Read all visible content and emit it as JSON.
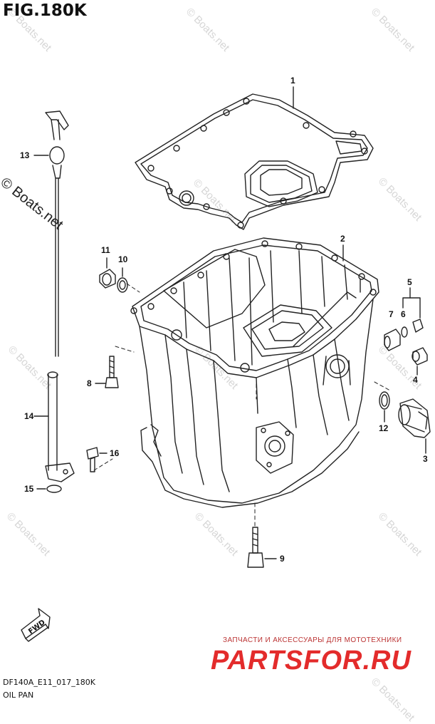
{
  "figure": {
    "title": "FIG.180K",
    "code": "DF140A_E11_017_180K",
    "name": "OIL PAN"
  },
  "callouts": {
    "c1": "1",
    "c2": "2",
    "c3": "3",
    "c4": "4",
    "c5": "5",
    "c6": "6",
    "c7": "7",
    "c8": "8",
    "c9": "9",
    "c10": "10",
    "c11": "11",
    "c12": "12",
    "c13": "13",
    "c14": "14",
    "c15": "15",
    "c16": "16"
  },
  "fwd_label": "FWD",
  "watermark": {
    "text": "© Boats.net",
    "big": "© Boats.net"
  },
  "shop": {
    "tagline": "ЗАПЧАСТИ И АКСЕССУАРЫ ДЛЯ МОТОТЕХНИКИ",
    "logo": "PARTSFOR.RU"
  }
}
